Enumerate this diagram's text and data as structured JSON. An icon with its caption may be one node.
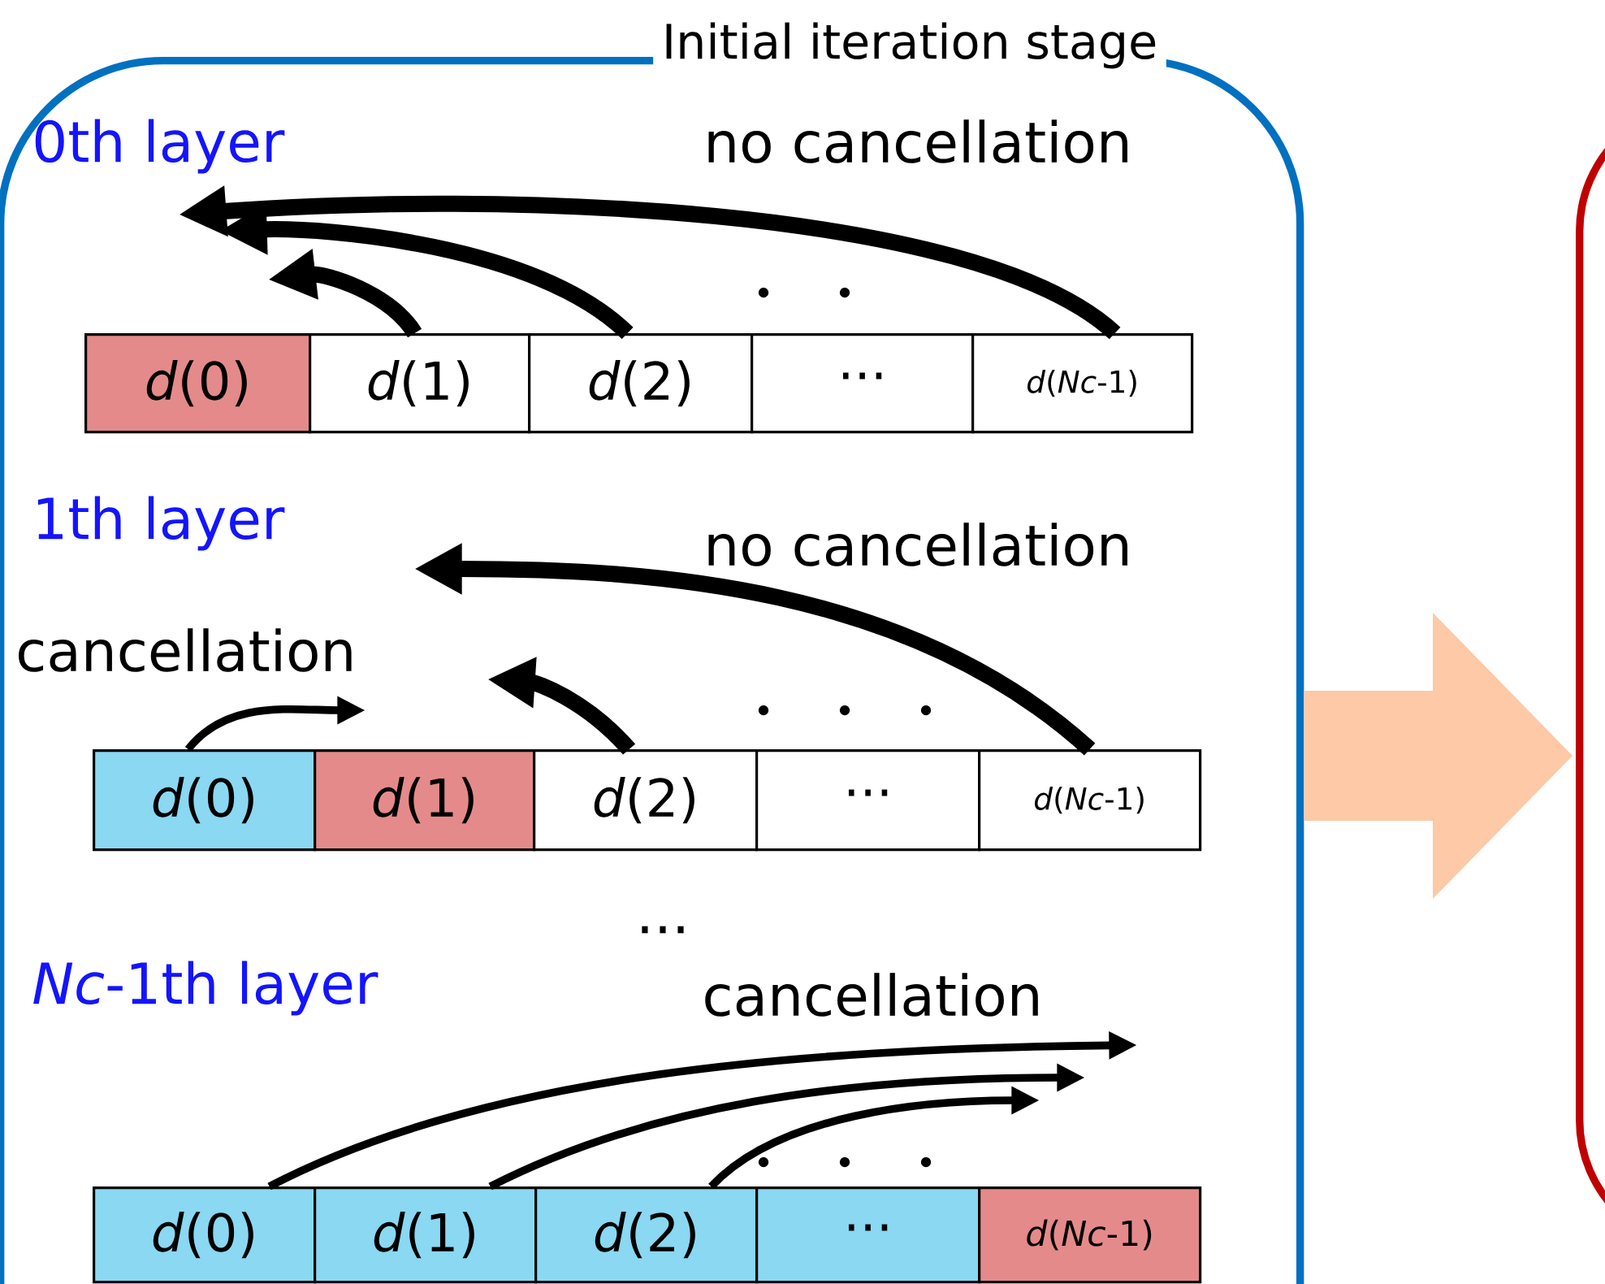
{
  "diagram": {
    "nodes": [
      {
        "text": [
          "Initial iteration stage"
        ]
      },
      {
        "text": [
          "*d*(0)"
        ],
        "in": 0
      },
      {
        "text": [
          "*d*(1)"
        ],
        "in": 0
      },
      {
        "text": [
          "*d*(2)"
        ],
        "in": 0
      },
      {
        "text": [
          "···"
        ],
        "in": 0
      },
      {
        "text": [
          "*d*(*Nc*-1)"
        ],
        "in": 0
      },
      {
        "text": [
          "*d*(0)"
        ],
        "in": 0
      },
      {
        "text": [
          "*d*(1)"
        ],
        "in": 0
      },
      {
        "text": [
          "*d*(2)"
        ],
        "in": 0
      },
      {
        "text": [
          "···"
        ],
        "in": 0
      },
      {
        "text": [
          "*d*(*Nc*-1)"
        ],
        "in": 0
      },
      {
        "text": [
          "*d*(0)"
        ],
        "in": 0
      },
      {
        "text": [
          "*d*(1)"
        ],
        "in": 0
      },
      {
        "text": [
          "*d*(2)"
        ],
        "in": 0
      },
      {
        "text": [
          "···"
        ],
        "in": 0
      },
      {
        "text": [
          "*d*(*Nc*-1)"
        ],
        "in": 0
      },
      {
        "text": [],
        "shape": "box"
      }
    ],
    "edges": [
      {
        "from": 2,
        "to": null,
        "arrow": "to"
      },
      {
        "from": 3,
        "to": null,
        "arrow": "to"
      },
      {
        "from": 5,
        "to": null,
        "arrow": "to"
      },
      {
        "from": 6,
        "to": null,
        "arrow": "to"
      },
      {
        "from": 8,
        "to": null,
        "arrow": "to"
      },
      {
        "from": 10,
        "to": null,
        "arrow": "to"
      },
      {
        "from": 11,
        "to": null,
        "arrow": "to"
      },
      {
        "from": 12,
        "to": null,
        "arrow": "to"
      },
      {
        "from": 13,
        "to": null,
        "arrow": "to"
      },
      {
        "from": 0,
        "to": 16,
        "arrow": "to",
        "style": "thick",
        "color": "#fdc9a6"
      }
    ],
    "labels": [
      "0th layer",
      "no cancellation",
      "1th layer",
      "no cancellation",
      "cancellation",
      "...",
      "*Nc*-1th layer",
      "cancellation"
    ]
  }
}
